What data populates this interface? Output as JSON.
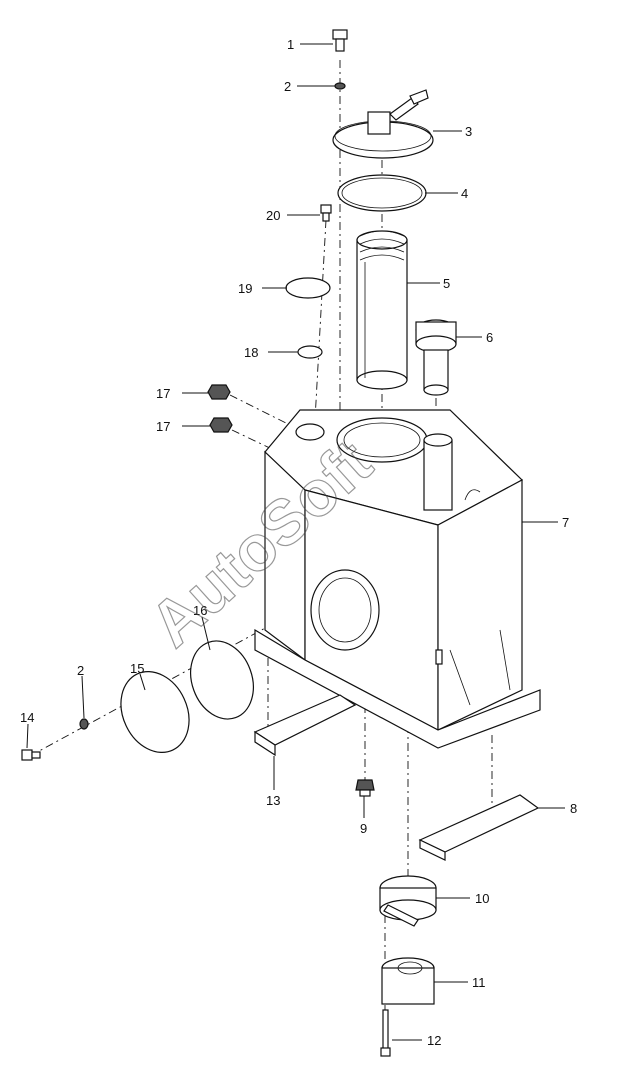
{
  "callouts": [
    {
      "id": "1",
      "label": "1"
    },
    {
      "id": "2a",
      "label": "2"
    },
    {
      "id": "3",
      "label": "3"
    },
    {
      "id": "4",
      "label": "4"
    },
    {
      "id": "20",
      "label": "20"
    },
    {
      "id": "5",
      "label": "5"
    },
    {
      "id": "19",
      "label": "19"
    },
    {
      "id": "6",
      "label": "6"
    },
    {
      "id": "18",
      "label": "18"
    },
    {
      "id": "17a",
      "label": "17"
    },
    {
      "id": "17b",
      "label": "17"
    },
    {
      "id": "7",
      "label": "7"
    },
    {
      "id": "16",
      "label": "16"
    },
    {
      "id": "15",
      "label": "15"
    },
    {
      "id": "2b",
      "label": "2"
    },
    {
      "id": "14",
      "label": "14"
    },
    {
      "id": "13",
      "label": "13"
    },
    {
      "id": "9",
      "label": "9"
    },
    {
      "id": "8",
      "label": "8"
    },
    {
      "id": "10",
      "label": "10"
    },
    {
      "id": "11",
      "label": "11"
    },
    {
      "id": "12",
      "label": "12"
    }
  ],
  "watermark": "AutoSoft"
}
